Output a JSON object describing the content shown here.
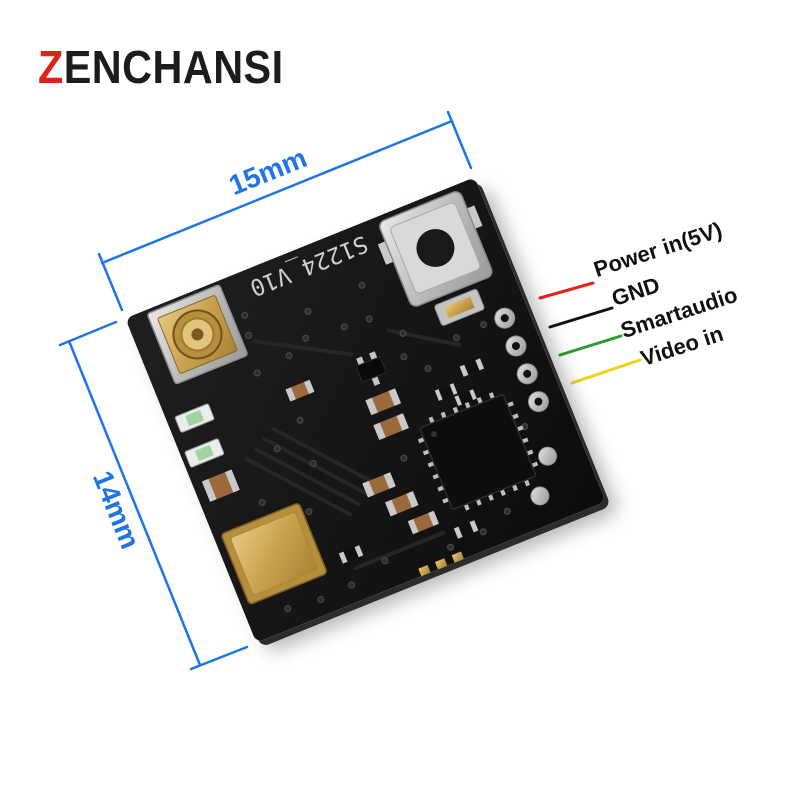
{
  "logo": {
    "text": "ZENCHANSI"
  },
  "dimensions": {
    "width_label": "15mm",
    "height_label": "14mm"
  },
  "board": {
    "silkscreen": "S1224_V10"
  },
  "pins": [
    {
      "label": "Power in(5V)",
      "wire_color": "#e3261c"
    },
    {
      "label": "GND",
      "wire_color": "#111111"
    },
    {
      "label": "Smartaudio",
      "wire_color": "#2e9b2e"
    },
    {
      "label": "Video in",
      "wire_color": "#f0d21a"
    }
  ],
  "colors": {
    "dimension": "#1f74e6",
    "logo_accent": "#e0201b",
    "logo_text": "#1c1c1c"
  }
}
